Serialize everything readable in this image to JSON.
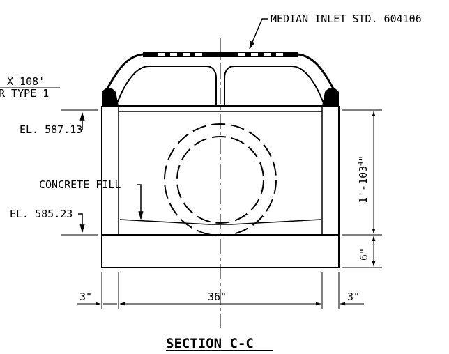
{
  "labels": {
    "median_inlet": "MEDIAN INLET STD. 604106",
    "grate_line1": "X 108'",
    "grate_line2": "R TYPE 1",
    "el_upper": "EL. 587.13",
    "concrete_fill": "CONCRETE FILL",
    "el_lower": "EL. 585.23"
  },
  "dimensions": {
    "height_main_prefix": "1'-10",
    "height_main_whole": "3",
    "height_main_frac": "4",
    "height_main_unit": "\"",
    "height_base": "6\"",
    "width_left": "3\"",
    "width_center": "36\"",
    "width_right": "3\""
  },
  "title": "SECTION C-C"
}
